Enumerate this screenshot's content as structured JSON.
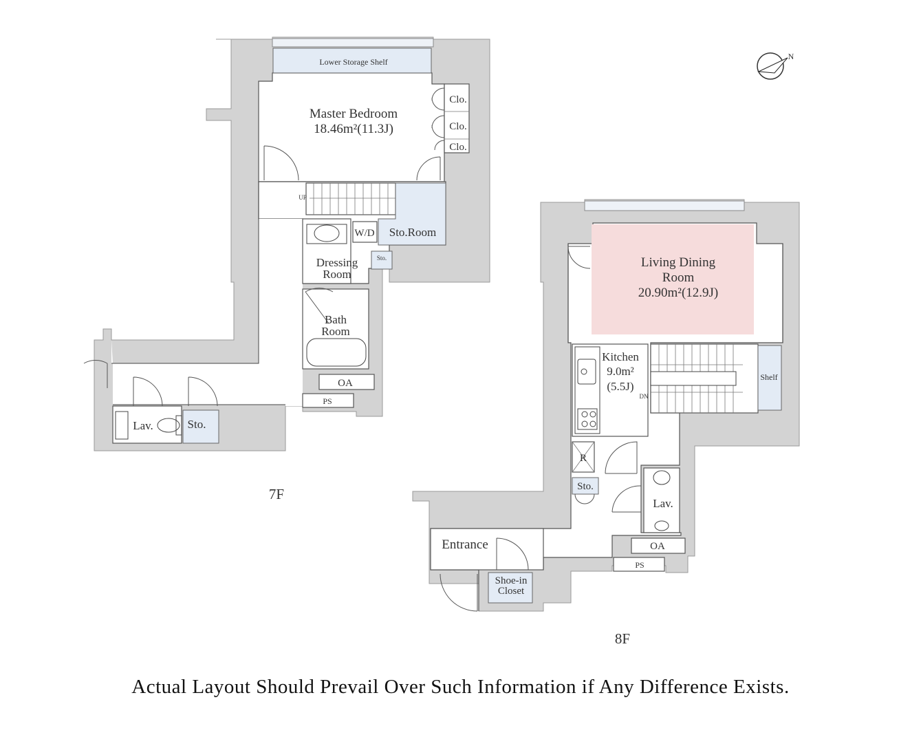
{
  "compass": {
    "icon": "north-compass-icon",
    "label": "N"
  },
  "floor7": {
    "floor_label": "7F",
    "storage_shelf": "Lower Storage Shelf",
    "master_bedroom": {
      "name": "Master Bedroom",
      "area": "18.46m²(11.3J)"
    },
    "closets": [
      "Clo.",
      "Clo.",
      "Clo."
    ],
    "stairs_up": "UP",
    "washer": "W/D",
    "storage_room": "Sto.Room",
    "dressing_room": {
      "line1": "Dressing",
      "line2": "Room"
    },
    "small_storage": "Sto.",
    "bath_room": {
      "line1": "Bath",
      "line2": "Room"
    },
    "oa": "OA",
    "ps": "PS",
    "lavatory": "Lav.",
    "storage": "Sto."
  },
  "floor8": {
    "floor_label": "8F",
    "living_dining": {
      "line1": "Living Dining",
      "line2": "Room",
      "area": "20.90m²(12.9J)"
    },
    "kitchen": {
      "name": "Kitchen",
      "area": "9.0m²",
      "tatami": "(5.5J)"
    },
    "stairs_down": "DN",
    "shelf": "Shelf",
    "fridge": "R",
    "storage": "Sto.",
    "lavatory": "Lav.",
    "oa": "OA",
    "ps": "PS",
    "entrance": "Entrance",
    "shoe_closet": {
      "line1": "Shoe-in",
      "line2": "Closet"
    }
  },
  "disclaimer": "Actual Layout Should Prevail Over Such Information if Any Difference Exists."
}
